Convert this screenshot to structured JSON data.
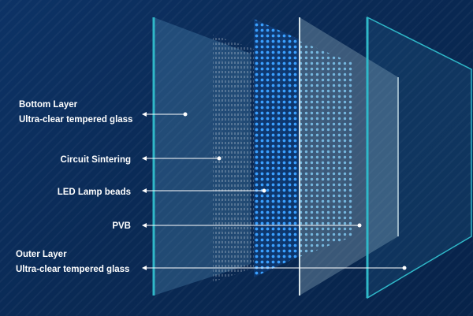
{
  "layers": [
    {
      "id": "bottom",
      "lines": [
        "Bottom Layer",
        "Ultra-clear tempered glass"
      ]
    },
    {
      "id": "circuit",
      "lines": [
        "Circuit Sintering"
      ]
    },
    {
      "id": "led",
      "lines": [
        "LED Lamp beads"
      ]
    },
    {
      "id": "pvb",
      "lines": [
        "PVB"
      ]
    },
    {
      "id": "outer",
      "lines": [
        "Outer Layer",
        "Ultra-clear tempered glass"
      ]
    }
  ],
  "colors": {
    "background": "#0b2a55",
    "glass_edge": "#2fb8c8",
    "led_dot": "#3aa0ff",
    "pointer": "#ffffff"
  }
}
